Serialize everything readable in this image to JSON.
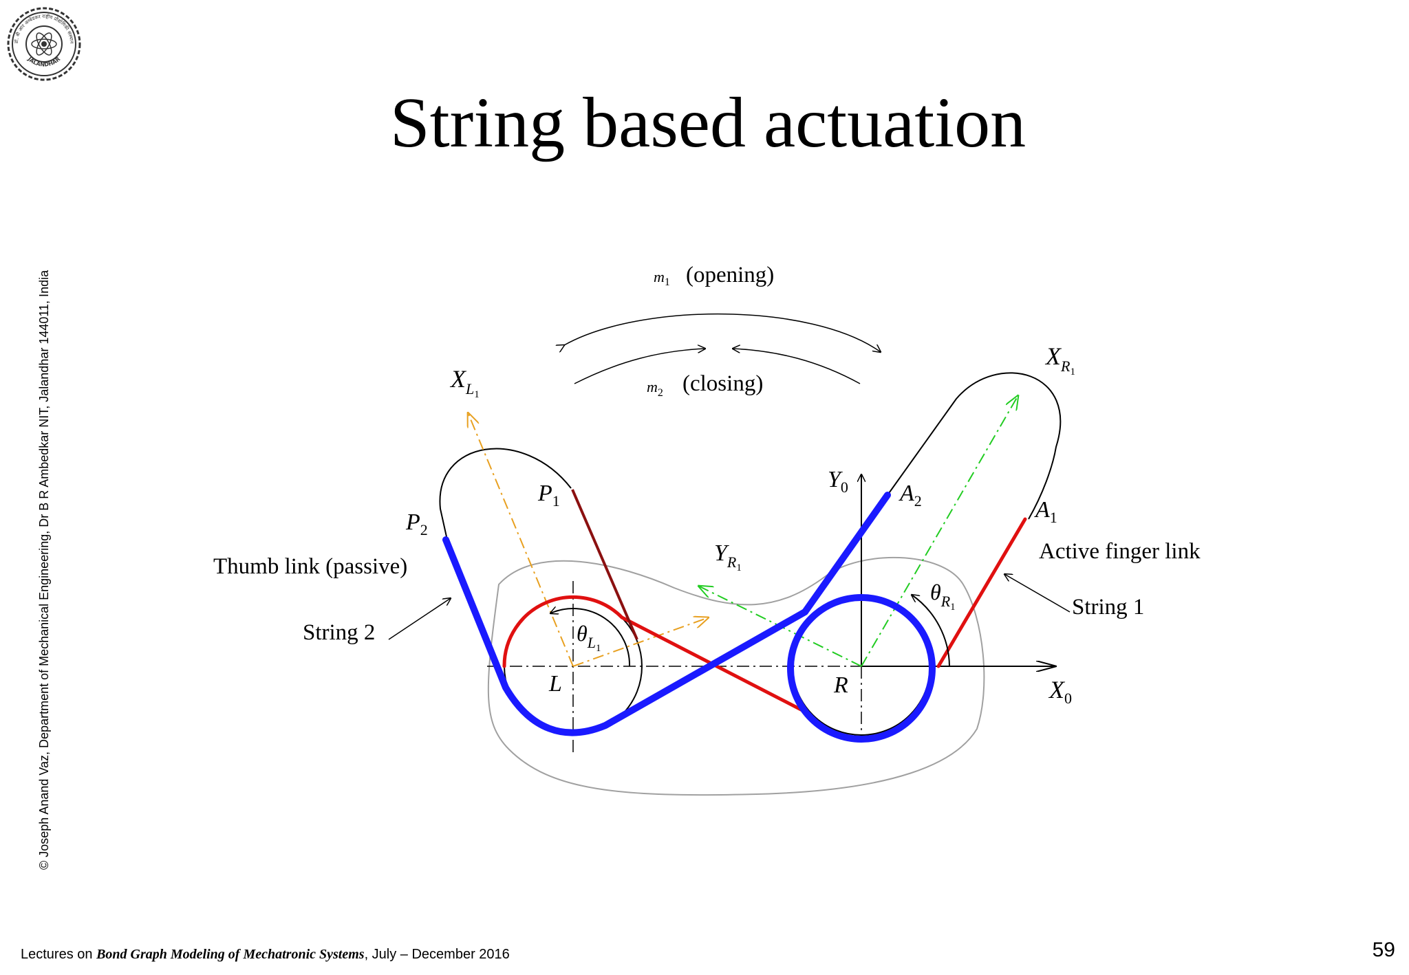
{
  "slide": {
    "title": "String based actuation",
    "side_credit": "© Joseph Anand Vaz, Department of Mechanical Engineering, Dr B R Ambedkar NIT, Jalandhar 144011, India",
    "footer": {
      "prefix": "Lectures on ",
      "course": "Bond Graph Modeling of Mechatronic Systems",
      "suffix": ", July – December 2016"
    },
    "page_number": "59",
    "logo": {
      "text_top": "डॉ. बी आर अम्बेडकर राष्ट्रीय प्रौद्योगिकी संस्थान",
      "text_bottom": "JALANDHAR"
    }
  },
  "diagram": {
    "labels": {
      "m1": "m",
      "m1_sub": "1",
      "opening": "(opening)",
      "m2": "m",
      "m2_sub": "2",
      "closing": "(closing)",
      "thumb_link": "Thumb link (passive)",
      "string2": "String 2",
      "active_finger": "Active finger link",
      "string1": "String 1",
      "XL1": "X",
      "XL1_sub": "L",
      "XL1_subsub": "1",
      "XR1": "X",
      "XR1_sub": "R",
      "XR1_subsub": "1",
      "YR1": "Y",
      "YR1_sub": "R",
      "YR1_subsub": "1",
      "Y0": "Y",
      "Y0_sub": "0",
      "X0": "X",
      "X0_sub": "0",
      "P1": "P",
      "P1_sub": "1",
      "P2": "P",
      "P2_sub": "2",
      "A1": "A",
      "A1_sub": "1",
      "A2": "A",
      "A2_sub": "2",
      "thetaL1": "θ",
      "thetaL1_sub": "L",
      "thetaL1_subsub": "1",
      "thetaR1": "θ",
      "thetaR1_sub": "R",
      "thetaR1_subsub": "1",
      "L": "L",
      "R": "R"
    },
    "colors": {
      "string_blue": "#1a1aff",
      "string_red": "#e01010",
      "dark_red": "#8b1010",
      "axis_green": "#22cc22",
      "axis_orange": "#e8a020",
      "outline_gray": "#a0a0a0"
    }
  }
}
